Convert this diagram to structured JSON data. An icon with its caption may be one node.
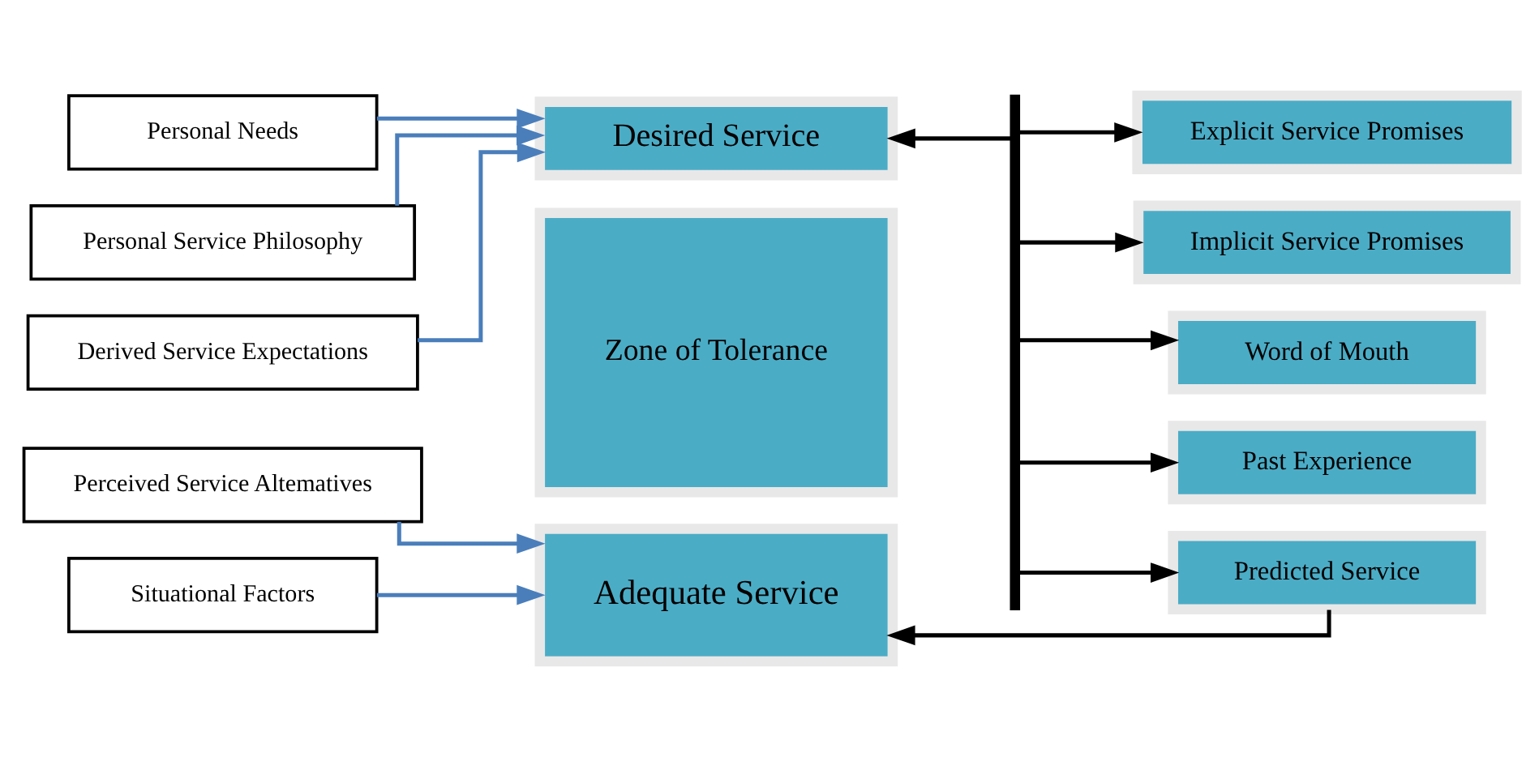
{
  "diagram": {
    "nodes": [
      {
        "text": [
          "Personal Needs"
        ]
      },
      {
        "text": [
          "Personal Service Philosophy"
        ]
      },
      {
        "text": [
          "Derived Service Expectations"
        ]
      },
      {
        "text": [
          "Perceived Service Altematives"
        ]
      },
      {
        "text": [
          "Situational Factors"
        ]
      },
      {
        "text": [
          "Desired Service"
        ]
      },
      {
        "text": [
          "Zone of Tolerance"
        ]
      },
      {
        "text": [
          "Adequate Service"
        ]
      },
      {
        "text": [
          "Explicit Service Promises"
        ]
      },
      {
        "text": [
          "Implicit Service Promises"
        ]
      },
      {
        "text": [
          "Word of Mouth"
        ]
      },
      {
        "text": [
          "Past Experience"
        ]
      },
      {
        "text": [
          "Predicted Service"
        ]
      },
      {
        "text": [],
        "shape": "bar"
      }
    ],
    "edges": [
      {
        "from": 0,
        "to": 5,
        "arrow": "to",
        "color": "#4a7ebb"
      },
      {
        "from": 1,
        "to": 5,
        "arrow": "to",
        "color": "#4a7ebb"
      },
      {
        "from": 2,
        "to": 5,
        "arrow": "to",
        "color": "#4a7ebb"
      },
      {
        "from": 3,
        "to": 7,
        "arrow": "to",
        "color": "#4a7ebb"
      },
      {
        "from": 4,
        "to": 7,
        "arrow": "to",
        "color": "#4a7ebb"
      },
      {
        "from": 13,
        "to": 5,
        "arrow": "to",
        "color": "#000000"
      },
      {
        "from": 13,
        "to": 8,
        "arrow": "to",
        "color": "#000000"
      },
      {
        "from": 13,
        "to": 9,
        "arrow": "to",
        "color": "#000000"
      },
      {
        "from": 13,
        "to": 10,
        "arrow": "to",
        "color": "#000000"
      },
      {
        "from": 13,
        "to": 11,
        "arrow": "to",
        "color": "#000000"
      },
      {
        "from": 13,
        "to": 12,
        "arrow": "to",
        "color": "#000000"
      },
      {
        "from": 12,
        "to": 7,
        "arrow": "to",
        "color": "#000000"
      }
    ]
  }
}
